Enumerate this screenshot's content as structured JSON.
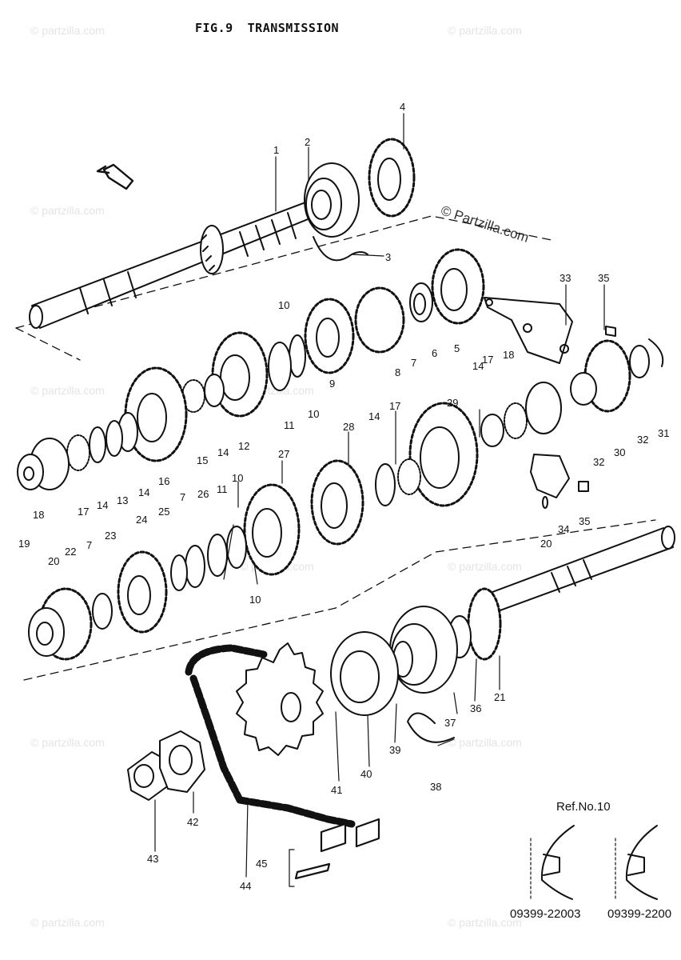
{
  "figure": {
    "number": "FIG.9",
    "name": "TRANSMISSION"
  },
  "watermark": {
    "main": "© Partzilla.com",
    "tile": "© partzilla.com"
  },
  "ref_note": {
    "label": "Ref.No.10",
    "codes": [
      "09399-22003",
      "09399-2200"
    ]
  },
  "footer": "",
  "part_labels": [
    "1",
    "2",
    "3",
    "4",
    "5",
    "6",
    "7",
    "8",
    "9",
    "10",
    "11",
    "12",
    "13",
    "14",
    "15",
    "16",
    "17",
    "18",
    "19",
    "20",
    "21",
    "22",
    "23",
    "24",
    "25",
    "26",
    "27",
    "28",
    "29",
    "30",
    "31",
    "32",
    "33",
    "34",
    "35",
    "36",
    "37",
    "38",
    "39",
    "40",
    "41",
    "42",
    "43",
    "44",
    "45"
  ],
  "colors": {
    "ink": "#111111",
    "paper": "#ffffff",
    "watermark": "#e4e4e4"
  }
}
